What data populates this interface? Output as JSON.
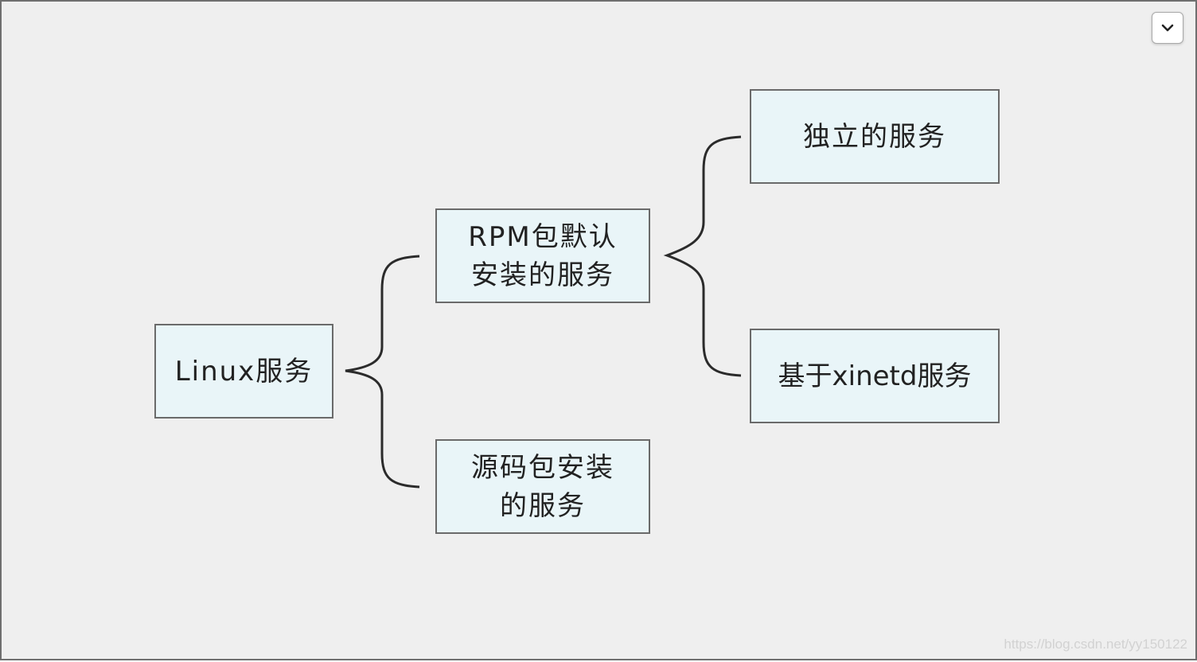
{
  "diagram": {
    "nodes": {
      "root": "Linux服务",
      "rpm": "RPM包默认\n安装的服务",
      "source": "源码包安装\n的服务",
      "standalone": "独立的服务",
      "xinetd": "基于xinetd服务"
    },
    "edges": [
      {
        "from": "root",
        "to": "rpm"
      },
      {
        "from": "root",
        "to": "source"
      },
      {
        "from": "rpm",
        "to": "standalone"
      },
      {
        "from": "rpm",
        "to": "xinetd"
      }
    ]
  },
  "toolbar": {
    "collapse_icon": "chevron-down-icon"
  },
  "watermark": "https://blog.csdn.net/yy150122",
  "colors": {
    "node_fill": "#e9f5f8",
    "node_border": "#6a6a6a",
    "canvas_bg": "#efefef"
  }
}
